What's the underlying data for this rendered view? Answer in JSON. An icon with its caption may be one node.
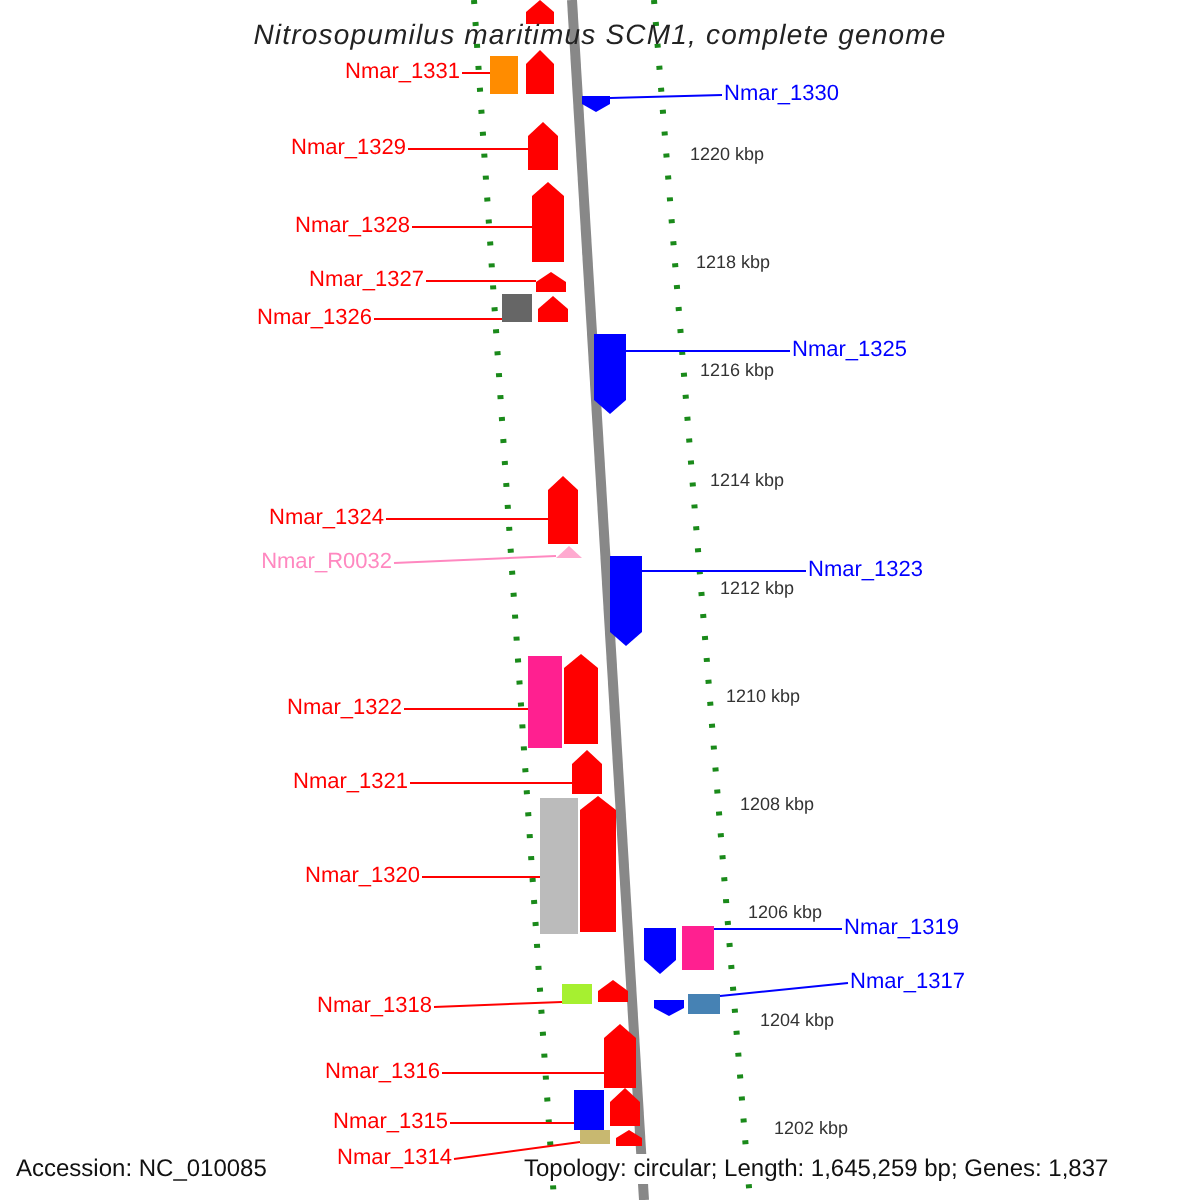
{
  "diagram": {
    "title": "Nitrosopumilus maritimus SCM1, complete genome",
    "nodes": [
      {
        "text": [
          "Nmar_1331"
        ]
      },
      {
        "text": [
          "Nmar_1330"
        ]
      },
      {
        "text": [
          "Nmar_1329"
        ]
      },
      {
        "text": [
          "Nmar_1328"
        ]
      },
      {
        "text": [
          "Nmar_1327"
        ]
      },
      {
        "text": [
          "Nmar_1326"
        ]
      },
      {
        "text": [
          "Nmar_1325"
        ]
      },
      {
        "text": [
          "Nmar_1324"
        ]
      },
      {
        "text": [
          "Nmar_R0032"
        ]
      },
      {
        "text": [
          "Nmar_1323"
        ]
      },
      {
        "text": [
          "Nmar_1322"
        ]
      },
      {
        "text": [
          "Nmar_1321"
        ]
      },
      {
        "text": [
          "Nmar_1320"
        ]
      },
      {
        "text": [
          "Nmar_1319"
        ]
      },
      {
        "text": [
          "Nmar_1317"
        ]
      },
      {
        "text": [
          "Nmar_1318"
        ]
      },
      {
        "text": [
          "Nmar_1316"
        ]
      },
      {
        "text": [
          "Nmar_1315"
        ]
      },
      {
        "text": [
          "Nmar_1314"
        ]
      },
      {
        "text": [],
        "shape": "pentagon"
      },
      {
        "text": [],
        "shape": "box"
      },
      {
        "text": [],
        "shape": "pentagon"
      },
      {
        "text": [],
        "shape": "pentagon"
      },
      {
        "text": [],
        "shape": "pentagon"
      },
      {
        "text": [],
        "shape": "pentagon"
      },
      {
        "text": [],
        "shape": "pentagon"
      },
      {
        "text": [],
        "shape": "box"
      },
      {
        "text": [],
        "shape": "pentagon"
      },
      {
        "text": [],
        "shape": "pentagon"
      },
      {
        "text": [],
        "shape": "pentagon"
      },
      {
        "text": [],
        "shape": "triangle"
      },
      {
        "text": [],
        "shape": "pentagon"
      },
      {
        "text": [],
        "shape": "box"
      },
      {
        "text": [],
        "shape": "pentagon"
      },
      {
        "text": [],
        "shape": "pentagon"
      },
      {
        "text": [],
        "shape": "box"
      },
      {
        "text": [],
        "shape": "pentagon"
      },
      {
        "text": [],
        "shape": "pentagon"
      },
      {
        "text": [],
        "shape": "box"
      },
      {
        "text": [],
        "shape": "box"
      },
      {
        "text": [],
        "shape": "pentagon"
      },
      {
        "text": [],
        "shape": "pentagon"
      },
      {
        "text": [],
        "shape": "box"
      },
      {
        "text": [],
        "shape": "pentagon"
      },
      {
        "text": [],
        "shape": "box"
      },
      {
        "text": [],
        "shape": "pentagon"
      },
      {
        "text": [],
        "shape": "box"
      },
      {
        "text": [],
        "shape": "pentagon"
      }
    ],
    "edges": [
      {
        "from": 0,
        "to": 20,
        "arrow": "none"
      },
      {
        "from": 1,
        "to": 22,
        "arrow": "none",
        "color": "#0000ff"
      },
      {
        "from": 2,
        "to": 23,
        "arrow": "none"
      },
      {
        "from": 3,
        "to": 24,
        "arrow": "none"
      },
      {
        "from": 4,
        "to": 25,
        "arrow": "none"
      },
      {
        "from": 5,
        "to": 26,
        "arrow": "none"
      },
      {
        "from": 6,
        "to": 28,
        "arrow": "none",
        "color": "#0000ff"
      },
      {
        "from": 7,
        "to": 29,
        "arrow": "none"
      },
      {
        "from": 8,
        "to": 30,
        "arrow": "none",
        "color": "#ff88c0"
      },
      {
        "from": 9,
        "to": 31,
        "arrow": "none",
        "color": "#0000ff"
      },
      {
        "from": 10,
        "to": 32,
        "arrow": "none"
      },
      {
        "from": 11,
        "to": 34,
        "arrow": "none"
      },
      {
        "from": 12,
        "to": 35,
        "arrow": "none"
      },
      {
        "from": 13,
        "to": 38,
        "arrow": "none",
        "color": "#0000ff"
      },
      {
        "from": 14,
        "to": 42,
        "arrow": "none",
        "color": "#0000ff"
      },
      {
        "from": 15,
        "to": 39,
        "arrow": "none"
      },
      {
        "from": 16,
        "to": 43,
        "arrow": "none"
      },
      {
        "from": 17,
        "to": 44,
        "arrow": "none"
      },
      {
        "from": 18,
        "to": 46,
        "arrow": "none"
      }
    ],
    "labels": [
      "1220 kbp",
      "1218 kbp",
      "1216 kbp",
      "1214 kbp",
      "1212 kbp",
      "1210 kbp",
      "1208 kbp",
      "1206 kbp",
      "1204 kbp",
      "1202 kbp",
      "Accession: NC_010085",
      "Topology: circular; Length: 1,645,259 bp; Genes: 1,837"
    ]
  }
}
